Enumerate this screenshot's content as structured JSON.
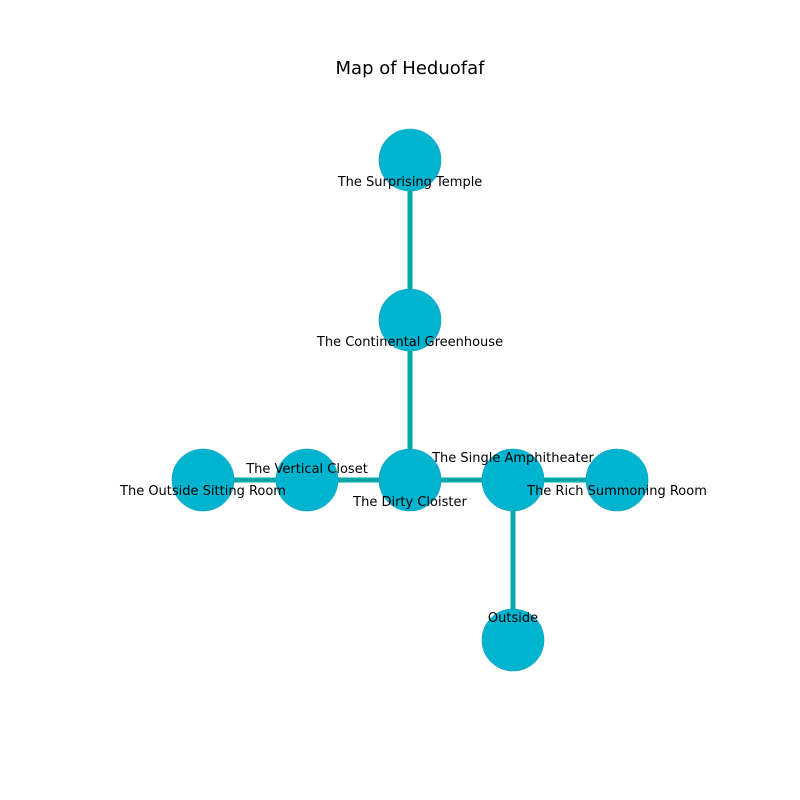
{
  "title": "Map of Heduofaf",
  "colors": {
    "node_fill": "#00b4cf",
    "node_stroke": "#0a9fb8",
    "edge": "#00a9a9",
    "text": "#000000",
    "background": "#ffffff"
  },
  "rooms": [
    {
      "id": "surprising-temple",
      "name": "The Surprising Temple"
    },
    {
      "id": "continental-greenhouse",
      "name": "The Continental Greenhouse"
    },
    {
      "id": "dirty-cloister",
      "name": "The Dirty Cloister"
    },
    {
      "id": "vertical-closet",
      "name": "The Vertical Closet"
    },
    {
      "id": "outside-sitting-room",
      "name": "The Outside Sitting Room"
    },
    {
      "id": "single-amphitheater",
      "name": "The Single Amphitheater"
    },
    {
      "id": "rich-summoning-room",
      "name": "The Rich Summoning Room"
    },
    {
      "id": "outside",
      "name": "Outside"
    }
  ],
  "connections": [
    {
      "from": "surprising-temple",
      "to": "continental-greenhouse"
    },
    {
      "from": "continental-greenhouse",
      "to": "dirty-cloister"
    },
    {
      "from": "dirty-cloister",
      "to": "vertical-closet"
    },
    {
      "from": "vertical-closet",
      "to": "outside-sitting-room"
    },
    {
      "from": "dirty-cloister",
      "to": "single-amphitheater"
    },
    {
      "from": "single-amphitheater",
      "to": "rich-summoning-room"
    },
    {
      "from": "single-amphitheater",
      "to": "outside"
    }
  ]
}
